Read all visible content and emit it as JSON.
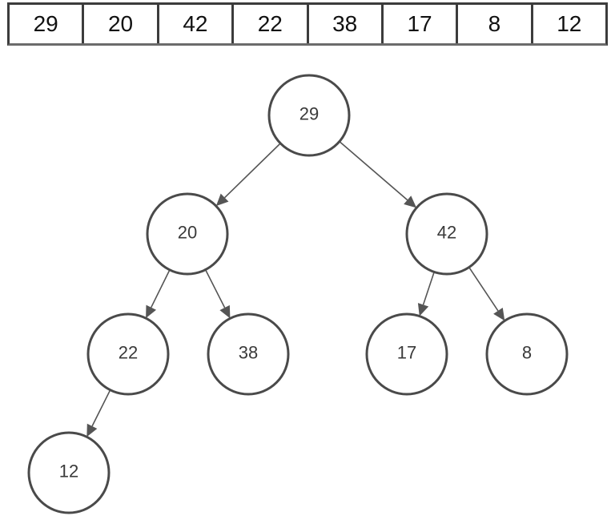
{
  "array": {
    "cells": [
      "29",
      "20",
      "42",
      "22",
      "38",
      "17",
      "8",
      "12"
    ]
  },
  "tree": {
    "nodes": [
      {
        "id": "n0",
        "label": "29"
      },
      {
        "id": "n1",
        "label": "20"
      },
      {
        "id": "n2",
        "label": "42"
      },
      {
        "id": "n3",
        "label": "22"
      },
      {
        "id": "n4",
        "label": "38"
      },
      {
        "id": "n5",
        "label": "17"
      },
      {
        "id": "n6",
        "label": "8"
      },
      {
        "id": "n7",
        "label": "12"
      }
    ],
    "edges": [
      {
        "from": "n0",
        "to": "n1"
      },
      {
        "from": "n0",
        "to": "n2"
      },
      {
        "from": "n1",
        "to": "n3"
      },
      {
        "from": "n1",
        "to": "n4"
      },
      {
        "from": "n2",
        "to": "n5"
      },
      {
        "from": "n2",
        "to": "n6"
      },
      {
        "from": "n3",
        "to": "n7"
      }
    ]
  },
  "colors": {
    "node_stroke": "#4a4a4a",
    "edge": "#555555",
    "array_border": "#3c3c3c"
  }
}
